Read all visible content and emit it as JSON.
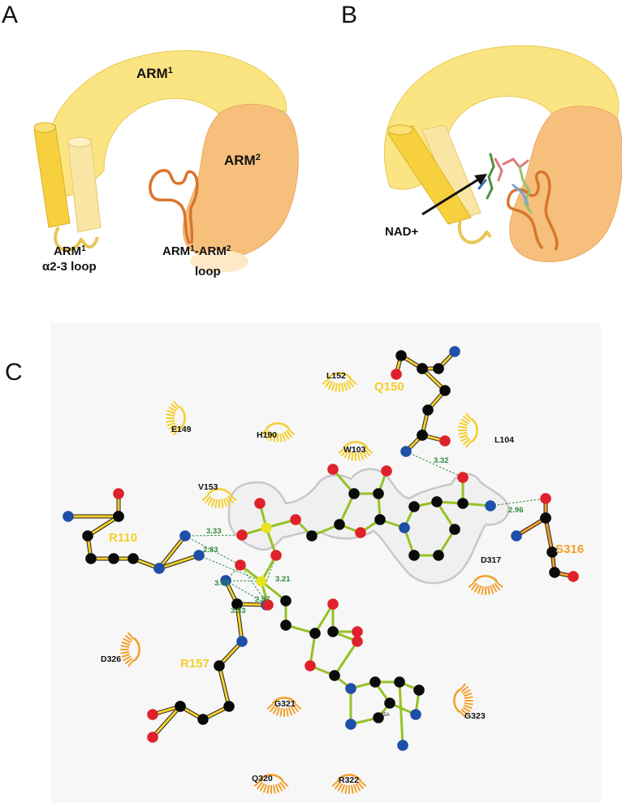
{
  "colors": {
    "arm1": "#fbe582",
    "arm1_stroke": "#e9c94f",
    "arm2": "#f6c07c",
    "loop_orange": "#d9752e",
    "helix_dark": "#f7d03e",
    "helix_light": "#fae6a4",
    "carbon": "#0a0a0a",
    "oxygen": "#e0212b",
    "nitrogen": "#1f4fa8",
    "phosphorus": "#e6e21e",
    "ligand_bond": "#96c125",
    "res_yellow": "#f4cf2a",
    "res_orange": "#f2a02b",
    "hbond": "#2e8b3e",
    "panel_bg": "#f7f7f7"
  },
  "panels": {
    "A": {
      "label": "A",
      "arm1_label_main": "ARM",
      "arm1_label_sup": "1",
      "arm2_label_main": "ARM",
      "arm2_label_sup": "2",
      "loop1_line1_main": "ARM",
      "loop1_line1_sup": "1",
      "loop1_line2": "α2-3 loop",
      "loop2_line1_a": "ARM",
      "loop2_line1_sup1": "1",
      "loop2_line1_b": "-ARM",
      "loop2_line1_sup2": "2",
      "loop2_line2": "loop"
    },
    "B": {
      "label": "B",
      "ligand_label": "NAD+"
    },
    "C": {
      "label": "C",
      "ligand_atom_label": "C5A",
      "residues_labeled": [
        {
          "name": "Q150",
          "color_key": "res_yellow"
        },
        {
          "name": "R110",
          "color_key": "res_yellow"
        },
        {
          "name": "R157",
          "color_key": "res_yellow"
        },
        {
          "name": "S316",
          "color_key": "res_orange"
        }
      ],
      "hydrophobic_contacts": [
        {
          "name": "L152",
          "color_key": "res_yellow"
        },
        {
          "name": "E149",
          "color_key": "res_yellow"
        },
        {
          "name": "H190",
          "color_key": "res_yellow"
        },
        {
          "name": "W103",
          "color_key": "res_yellow"
        },
        {
          "name": "L104",
          "color_key": "res_yellow"
        },
        {
          "name": "V153",
          "color_key": "res_yellow"
        },
        {
          "name": "D317",
          "color_key": "res_orange"
        },
        {
          "name": "D326",
          "color_key": "res_orange"
        },
        {
          "name": "G321",
          "color_key": "res_orange"
        },
        {
          "name": "G323",
          "color_key": "res_orange"
        },
        {
          "name": "Q320",
          "color_key": "res_orange"
        },
        {
          "name": "R322",
          "color_key": "res_orange"
        }
      ],
      "hbond_distances": [
        "3.32",
        "2.96",
        "3.33",
        "2.83",
        "3.03",
        "3.21",
        "2.97",
        "3.33"
      ]
    }
  }
}
